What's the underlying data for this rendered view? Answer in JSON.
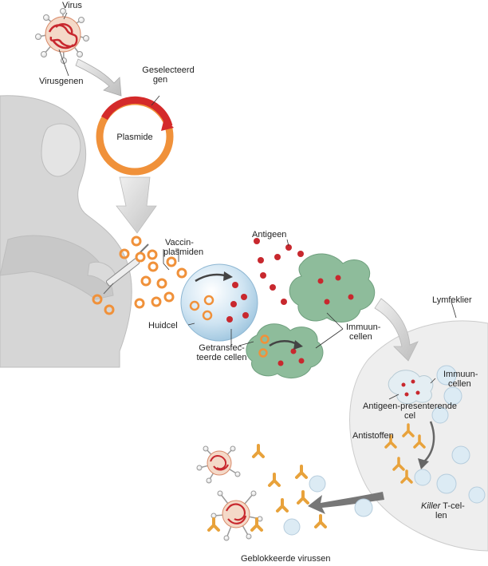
{
  "labels": {
    "virus": "Virus",
    "virusgenen": "Virusgenen",
    "geselecteerd_gen_1": "Geselecteerd",
    "geselecteerd_gen_2": "gen",
    "plasmide": "Plasmide",
    "vaccin_plasmiden_1": "Vaccin-",
    "vaccin_plasmiden_2": "plasmiden",
    "antigeen": "Antigeen",
    "huidcel": "Huidcel",
    "getransfecteerde_1": "Getransfec-",
    "getransfecteerde_2": "teerde cellen",
    "immuuncellen_1": "Immuun-",
    "immuuncellen_2": "cellen",
    "lymfeklier": "Lymfeklier",
    "immuuncellen_right_1": "Immuun-",
    "immuuncellen_right_2": "cellen",
    "apc_1": "Antigeen-presenterende",
    "apc_2": "cel",
    "antistoffen": "Antistoffen",
    "killer_italic": "Killer",
    "killer_rest": " T-cel-",
    "killer_2": "len",
    "geblokkeerde": "Geblokkeerde virussen"
  },
  "colors": {
    "plasmid_orange": "#f0913a",
    "selected_gene_red": "#d42a2a",
    "antigen_red": "#c8282e",
    "immune_green": "#8ebc9b",
    "skin_cell_blue": "#b9d7ea",
    "antibody_orange": "#e8a23b",
    "person_gray": "#cfcfcf"
  }
}
